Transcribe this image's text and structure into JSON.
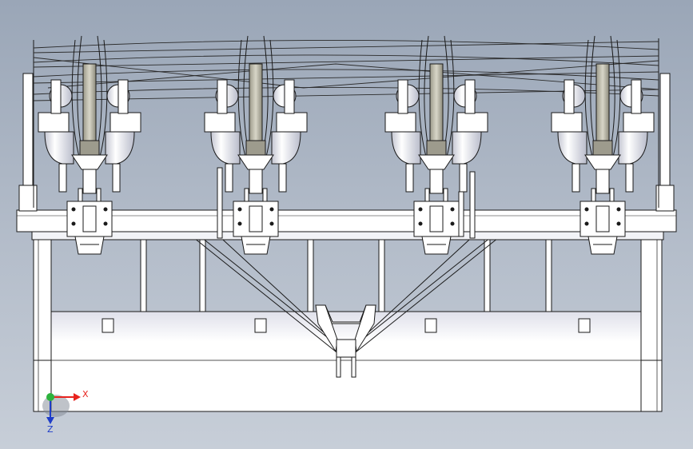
{
  "window": {
    "title": ""
  },
  "triad": {
    "x_label": "X",
    "z_label": "Z",
    "x_color": "#e8231e",
    "z_color": "#1e3cc8",
    "origin_color": "#2db33d"
  },
  "colors": {
    "background_top": "#9aa6b7",
    "background_bottom": "#c7ced8",
    "line": "#1a1a1a",
    "body": "#f4f5f8",
    "shade": "#c9cbd6"
  },
  "assembly": {
    "seeding_units": 4,
    "icon": "seeder-assembly-icon"
  }
}
